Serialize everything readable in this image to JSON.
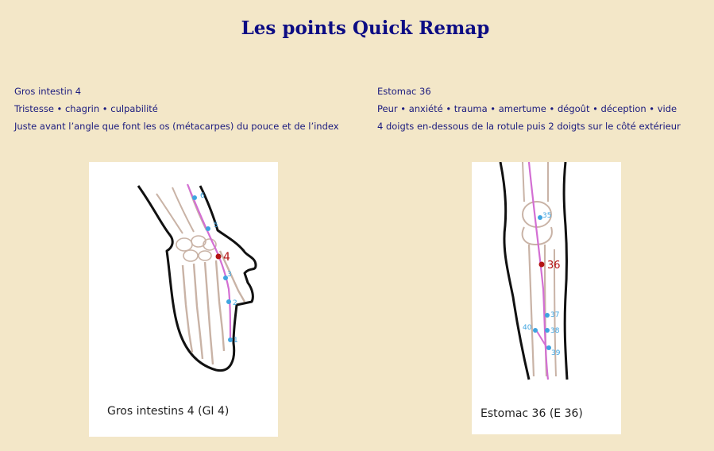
{
  "page": {
    "title": "Les points Quick Remap"
  },
  "left_point": {
    "name": "Gros intestin 4",
    "emotions": "Tristesse • chagrin • culpabilité",
    "location": "Juste avant l’angle que font les os (métacarpes) du pouce et de l’index"
  },
  "right_point": {
    "name": "Estomac 36",
    "emotions": "Peur • anxiété • trauma • amertume • dégoût • déception • vide",
    "location": "4 doigts en-dessous de la rotule puis 2 doigts sur le côté extérieur"
  },
  "hand_image": {
    "caption": "Gros intestins 4 (GI 4)",
    "highlight_label": "4",
    "point_labels": [
      "6",
      "5",
      "3",
      "2",
      "1"
    ]
  },
  "leg_image": {
    "caption": "Estomac 36 (E 36)",
    "highlight_label": "36",
    "point_labels": [
      "35",
      "37",
      "38",
      "39",
      "40"
    ]
  },
  "colors": {
    "meridian": "#d36fd3",
    "point": "#3fa4e0",
    "highlight": "#b31212",
    "title": "#0d0d84"
  }
}
